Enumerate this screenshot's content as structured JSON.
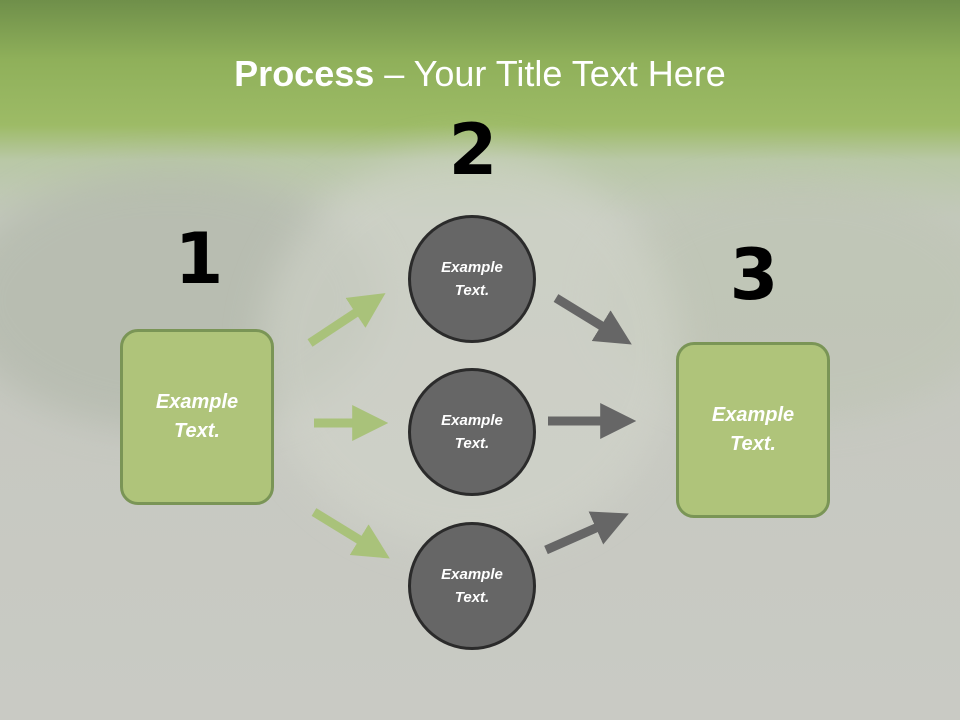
{
  "title": {
    "bold": "Process",
    "rest": " – Your Title Text Here"
  },
  "steps": [
    {
      "number": "1",
      "text": "Example\nText."
    },
    {
      "number": "2",
      "text": "Example\nText."
    },
    {
      "number": "3",
      "text": "Example\nText."
    }
  ],
  "circles": [
    {
      "text": "Example\nText."
    },
    {
      "text": "Example\nText."
    },
    {
      "text": "Example\nText."
    }
  ],
  "colors": {
    "green_box": "#afc47a",
    "green_arrow": "#a9c27a",
    "circle": "#666666",
    "gray_arrow": "#666666"
  }
}
